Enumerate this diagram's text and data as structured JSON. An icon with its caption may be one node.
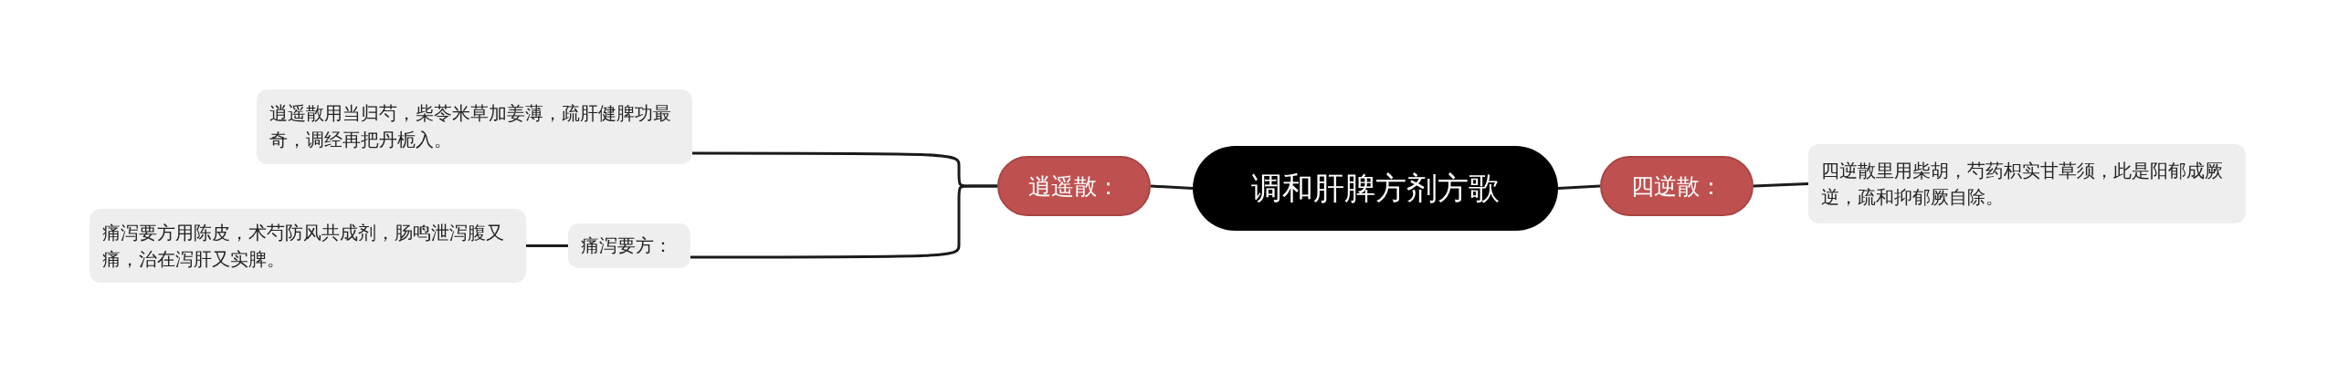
{
  "diagram": {
    "nodes": [
      {
        "text": [
          "调和肝脾方剂方歌"
        ]
      },
      {
        "text": [
          "逍遥散："
        ]
      },
      {
        "text": [
          "逍遥散用当归芍，柴苓米草加姜薄，疏肝健脾功最奇，调经再把丹栀入。"
        ]
      },
      {
        "text": [
          "痛泻要方："
        ]
      },
      {
        "text": [
          "痛泻要方用陈皮，术芍防风共成剂，肠鸣泄泻腹又痛，治在泻肝又实脾。"
        ]
      },
      {
        "text": [
          "四逆散："
        ]
      },
      {
        "text": [
          "四逆散里用柴胡，芍药枳实甘草须，此是阳郁成厥逆，疏和抑郁厥自除。"
        ]
      }
    ],
    "edges": [
      {
        "from": 0,
        "to": 1,
        "arrow": "none"
      },
      {
        "from": 1,
        "to": 2,
        "arrow": "none"
      },
      {
        "from": 1,
        "to": 3,
        "arrow": "none"
      },
      {
        "from": 3,
        "to": 4,
        "arrow": "none"
      },
      {
        "from": 0,
        "to": 5,
        "arrow": "none"
      },
      {
        "from": 5,
        "to": 6,
        "arrow": "none"
      }
    ]
  }
}
